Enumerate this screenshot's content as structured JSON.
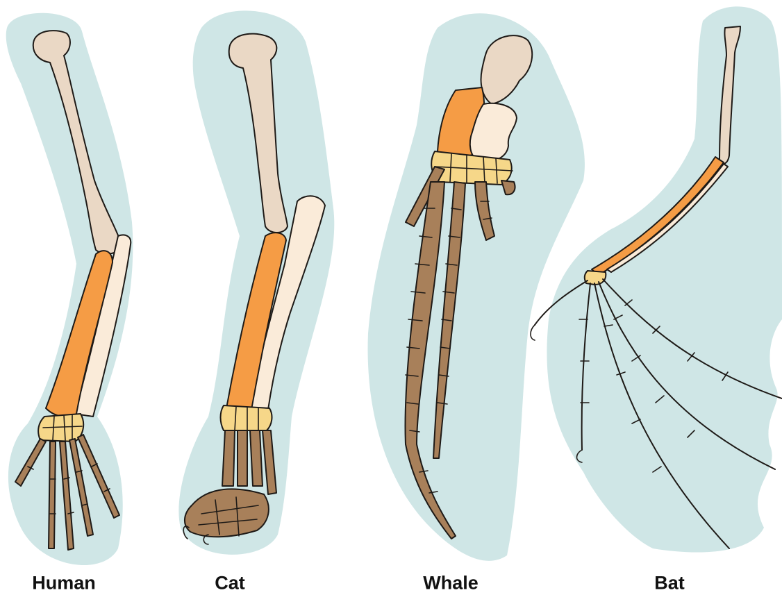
{
  "labels": {
    "human": "Human",
    "cat": "Cat",
    "whale": "Whale",
    "bat": "Bat"
  },
  "colors": {
    "background_silhouette": "#cfe6e6",
    "upper_bone": "#ead8c5",
    "highlight_bone": "#f59c45",
    "pale_bone": "#faebd9",
    "carpals": "#f6d789",
    "digits": "#a8805a",
    "outline": "#1e1a17"
  }
}
